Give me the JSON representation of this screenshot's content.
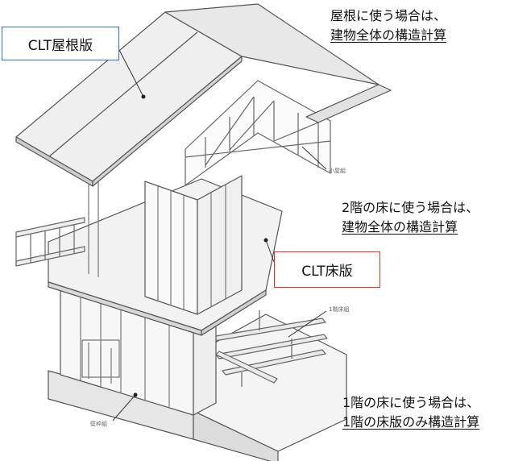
{
  "labels": {
    "roof_panel": "CLT屋根版",
    "floor_panel": "CLT床版"
  },
  "notes": {
    "roof": {
      "line1": "屋根に使う場合は、",
      "line2": "建物全体の構造計算"
    },
    "floor2": {
      "line1": "2階の床に使う場合は、",
      "line2": "建物全体の構造計算"
    },
    "floor1": {
      "line1": "1階の床に使う場合は、",
      "line2": "1階の床版のみ構造計算"
    }
  },
  "callouts": {
    "attic_frame": "小屋組",
    "first_floor_frame": "1階床組",
    "wall_frame": "壁枠組"
  },
  "colors": {
    "roof_box_border": "#3b6fb6",
    "floor_box_border": "#e03030",
    "line_art": "#555555"
  }
}
